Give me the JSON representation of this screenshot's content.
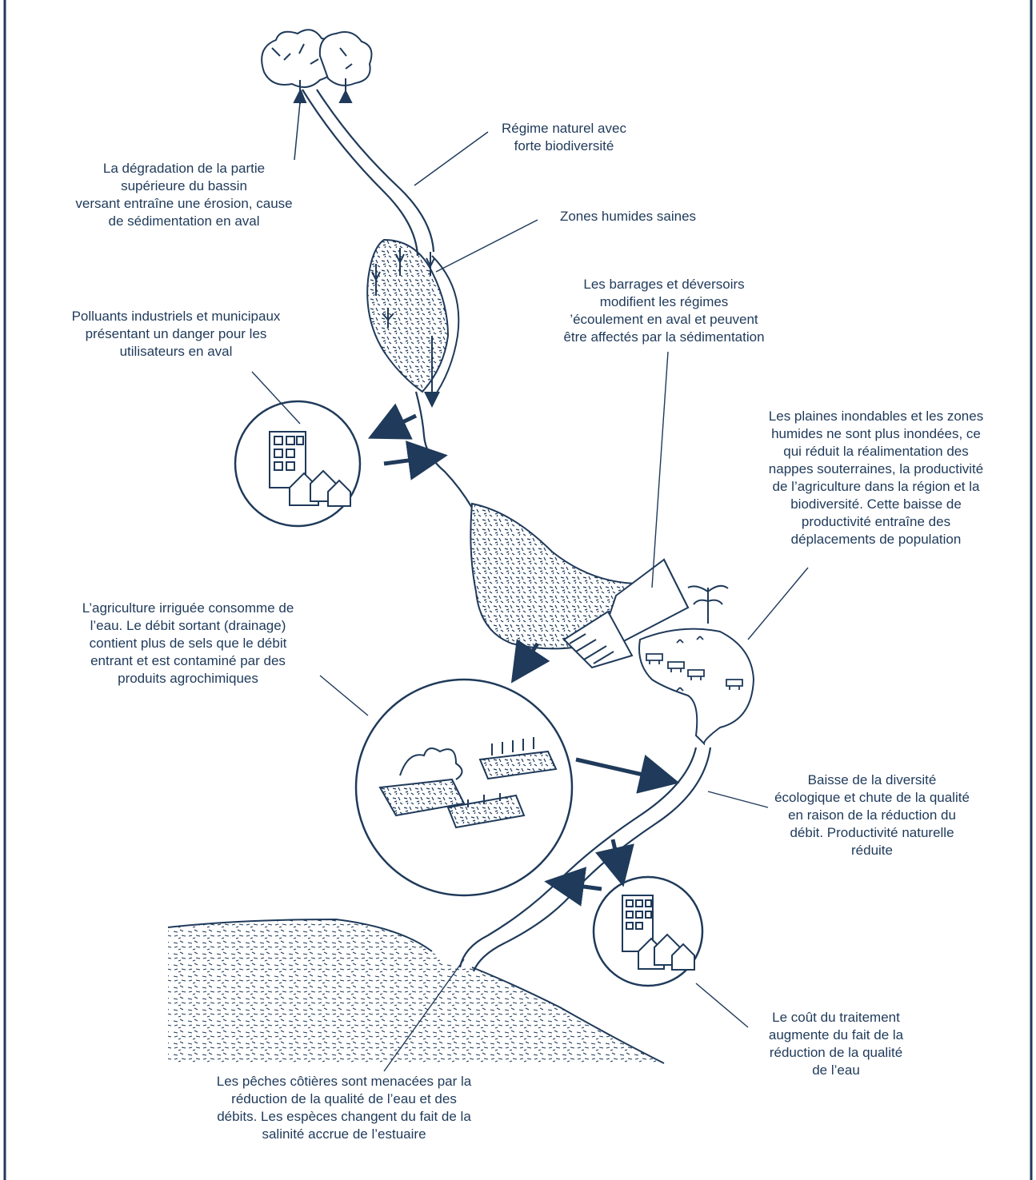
{
  "colors": {
    "ink": "#1f3a5a",
    "background": "#ffffff"
  },
  "labels": {
    "natural_regime": "Régime naturel avec\nforte biodiversité",
    "upper_basin": "La dégradation de la partie\nsupérieure du bassin\nversant entraîne une érosion, cause\nde sédimentation en aval",
    "healthy_wetlands": "Zones humides saines",
    "dams": "Les barrages et déversoirs\nmodifient les régimes\n’écoulement en aval et peuvent\nêtre affectés par la sédimentation",
    "pollutants": "Polluants industriels et municipaux\nprésentant un danger pour les\nutilisateurs en aval",
    "floodplains": "Les plaines inondables et les zones\nhumides ne sont plus inondées, ce\nqui réduit la réalimentation des\nnappes souterraines, la productivité\nde l’agriculture dans la région et la\nbiodiversité. Cette baisse de\nproductivité entraîne des\ndéplacements de population",
    "irrigation": "L’agriculture irriguée consomme de\nl’eau. Le débit sortant (drainage)\ncontient plus de sels que le débit\nentrant et est contaminé par des\nproduits agrochimiques",
    "ecological": "Baisse de la diversité\nécologique et chute de la qualité\nen raison de la réduction du\ndébit. Productivité naturelle\nréduite",
    "treatment_cost": "Le coût du traitement\naugmente du fait de la\nréduction de la qualité\nde l’eau",
    "fisheries": "Les pêches côtières sont menacées par la\nréduction de la qualité de l’eau et des\ndébits. Les espèces changent du fait de la\nsalinité accrue de l’estuaire"
  },
  "icons": [
    "forest-icon",
    "city-icon",
    "farm-icon",
    "dam-icon",
    "cattle-icon"
  ]
}
